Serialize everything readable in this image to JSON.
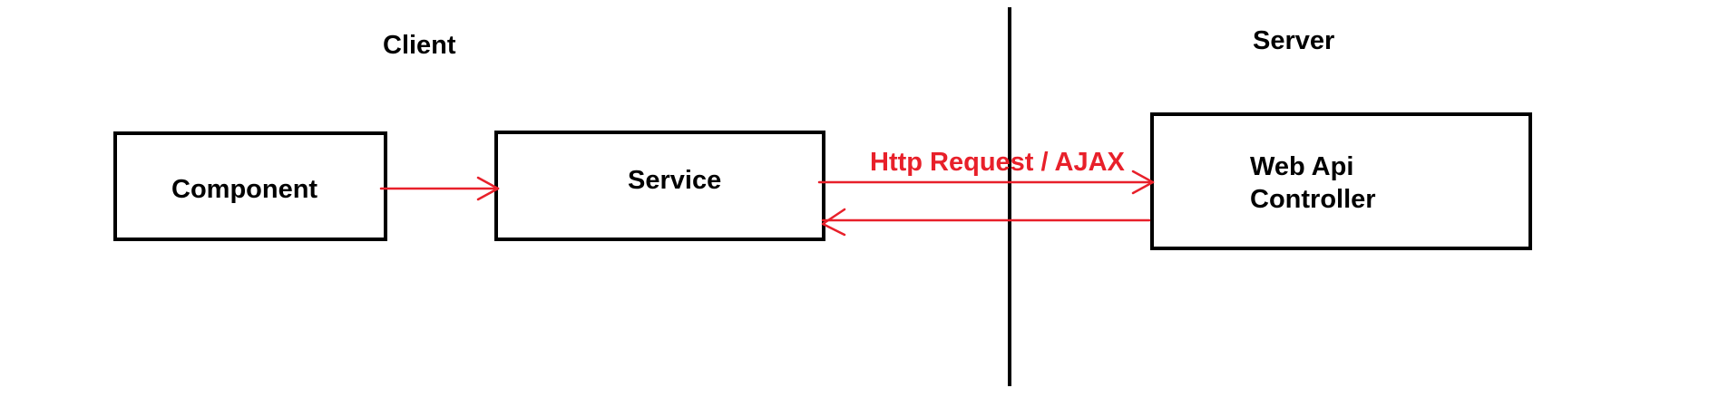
{
  "sections": {
    "client": "Client",
    "server": "Server"
  },
  "nodes": {
    "component": "Component",
    "service": "Service",
    "web_api_controller": [
      "Web Api",
      "Controller"
    ]
  },
  "edges": {
    "request_label": "Http Request / AJAX"
  },
  "colors": {
    "arrow": "#e8202a",
    "stroke": "#000000",
    "background": "#ffffff"
  }
}
